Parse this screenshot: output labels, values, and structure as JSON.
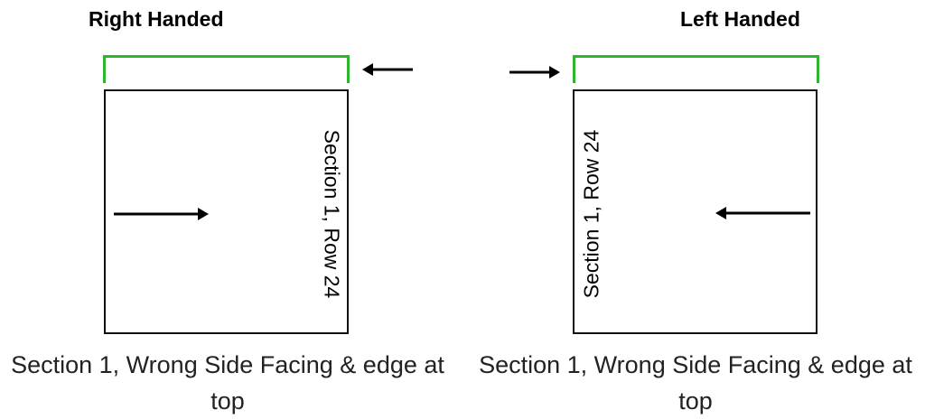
{
  "panels": {
    "right": {
      "title": "Right Handed",
      "row_label": "Section 1, Row 24",
      "caption": "Section 1, Wrong Side Facing & edge at top"
    },
    "left": {
      "title": "Left Handed",
      "row_label": "Section 1, Row 24",
      "caption": "Section 1, Wrong Side Facing & edge at top"
    }
  },
  "colors": {
    "bracket": "#2db52d",
    "outline": "#111111"
  }
}
